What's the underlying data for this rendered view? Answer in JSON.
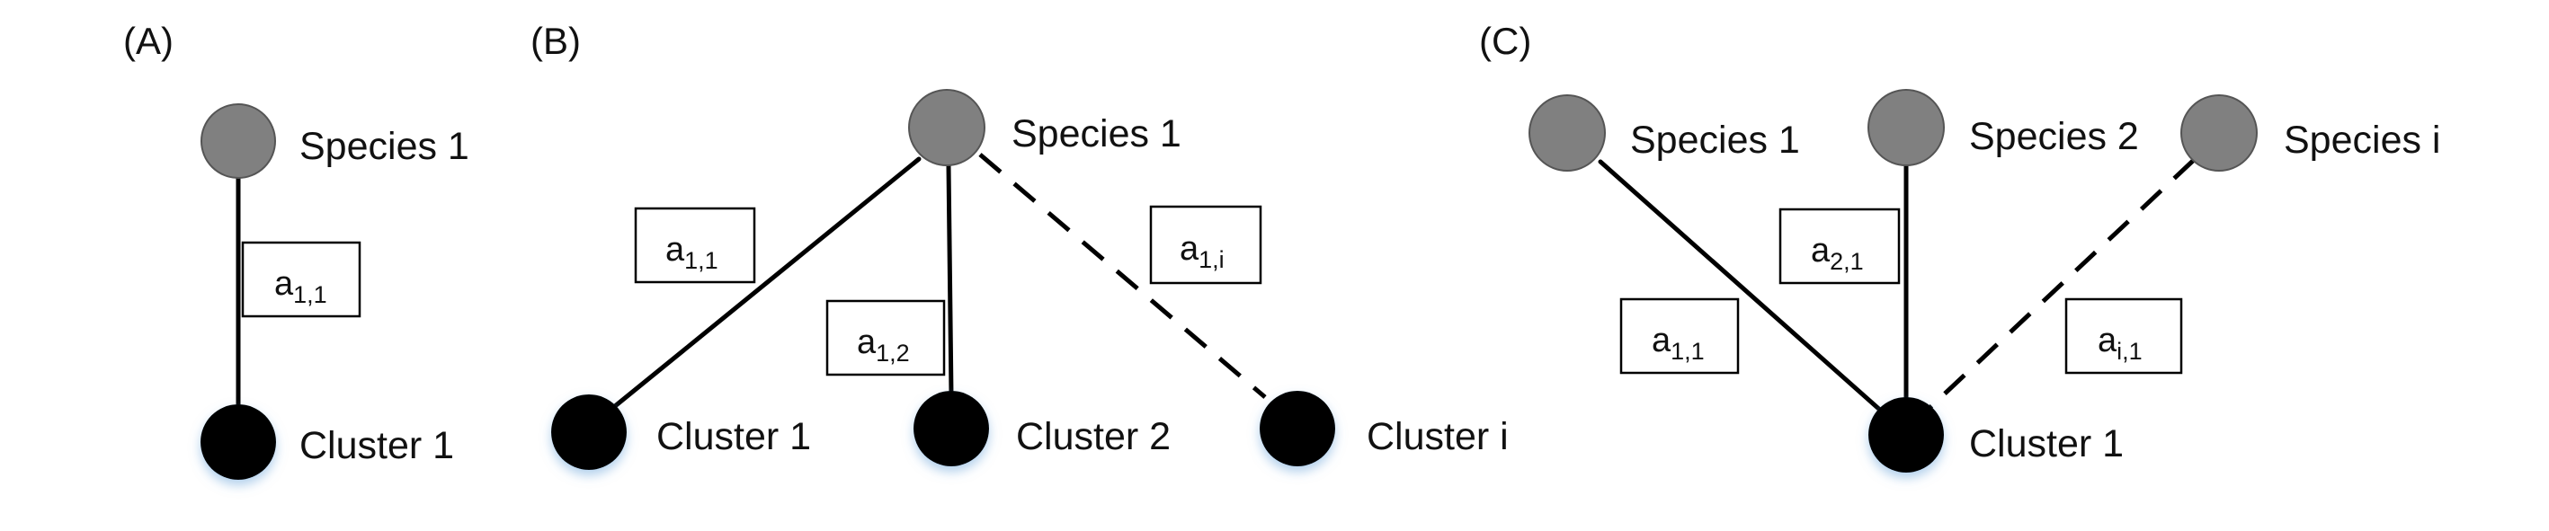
{
  "colors": {
    "species_node": "#808080",
    "cluster_node": "#000000",
    "cluster_glow": "#6fa8dc",
    "edge": "#000000",
    "box_border": "#000000"
  },
  "panels": {
    "a": {
      "label": "(A)",
      "species": [
        "Species 1"
      ],
      "clusters": [
        "Cluster 1"
      ],
      "edges": [
        {
          "style": "solid",
          "label_base": "a",
          "label_sub": "1,1"
        }
      ]
    },
    "b": {
      "label": "(B)",
      "species": [
        "Species 1"
      ],
      "clusters": [
        "Cluster 1",
        "Cluster 2",
        "Cluster i"
      ],
      "edges": [
        {
          "style": "solid",
          "label_base": "a",
          "label_sub": "1,1"
        },
        {
          "style": "solid",
          "label_base": "a",
          "label_sub": "1,2"
        },
        {
          "style": "dashed",
          "label_base": "a",
          "label_sub": "1,i"
        }
      ]
    },
    "c": {
      "label": "(C)",
      "species": [
        "Species 1",
        "Species 2",
        "Species i"
      ],
      "clusters": [
        "Cluster 1"
      ],
      "edges": [
        {
          "style": "solid",
          "label_base": "a",
          "label_sub": "1,1"
        },
        {
          "style": "solid",
          "label_base": "a",
          "label_sub": "2,1"
        },
        {
          "style": "dashed",
          "label_base": "a",
          "label_sub": "i,1"
        }
      ]
    }
  }
}
